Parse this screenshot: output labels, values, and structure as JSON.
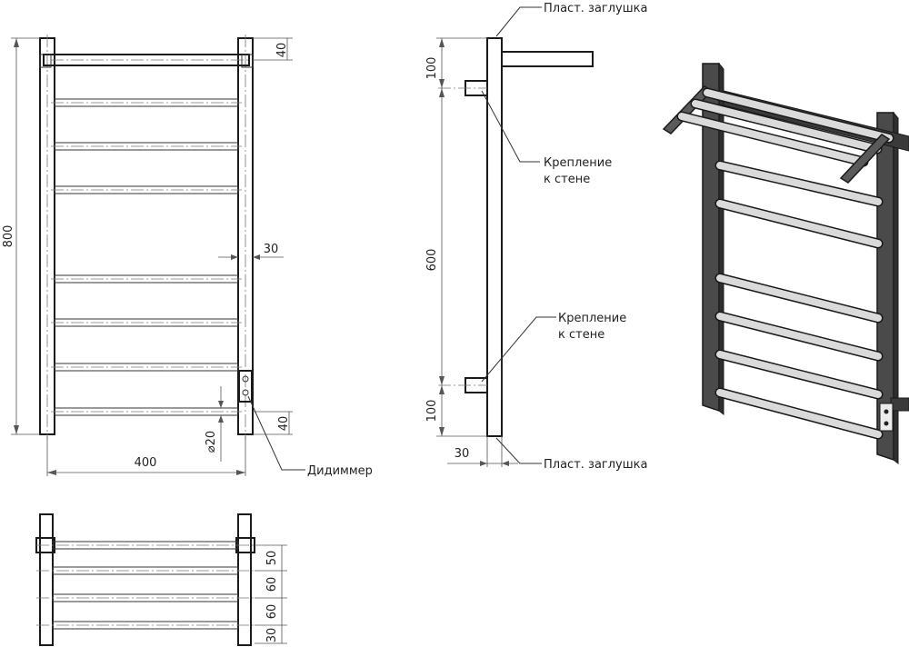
{
  "front_view": {
    "dim_height": "800",
    "dim_width": "400",
    "dim_top_bar": "40",
    "dim_post_width": "30",
    "dim_bottom": "40",
    "dim_diameter": "⌀20",
    "label_dimmer": "Дидиммер"
  },
  "side_view": {
    "label_cap_top": "Пласт. заглушка",
    "label_cap_bottom": "Пласт. заглушка",
    "label_mount_1_line1": "Крепление",
    "label_mount_1_line2": "к стене",
    "label_mount_2_line1": "Крепление",
    "label_mount_2_line2": "к стене",
    "dim_top": "100",
    "dim_middle": "600",
    "dim_bottom": "100",
    "dim_depth": "30"
  },
  "top_view": {
    "dim_1": "50",
    "dim_2": "60",
    "dim_3": "60",
    "dim_4": "30"
  },
  "colors": {
    "line": "#1a1a1a",
    "dimension": "#555555",
    "metal_dark": "#4a4a4a",
    "metal_light": "#d9d9d9"
  }
}
